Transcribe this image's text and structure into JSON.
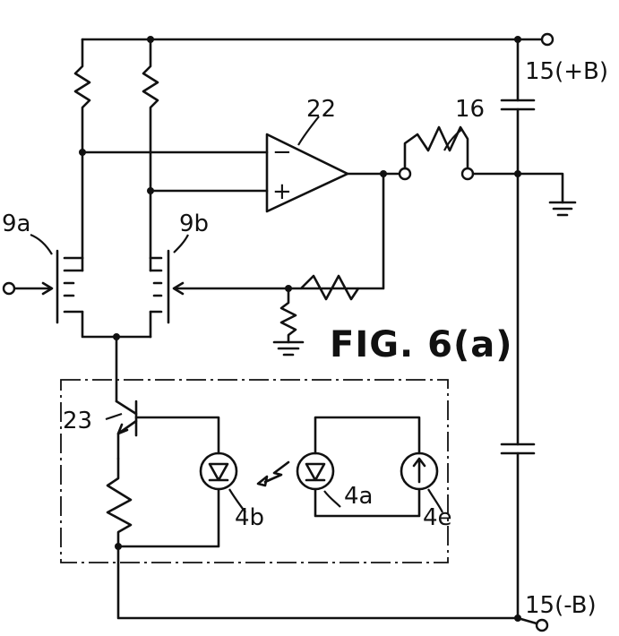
{
  "figure": {
    "title": "FIG. 6(a)"
  },
  "labels": {
    "supply_pos": "15(+B)",
    "supply_neg": "15(-B)",
    "resistor_16": "16",
    "amp_22": "22",
    "amp_minus": "−",
    "amp_plus": "+",
    "transistor_9a": "9a",
    "transistor_9b": "9b",
    "transistor_23": "23",
    "led_4b": "4b",
    "photodiode_4a": "4a",
    "source_4e": "4e"
  }
}
